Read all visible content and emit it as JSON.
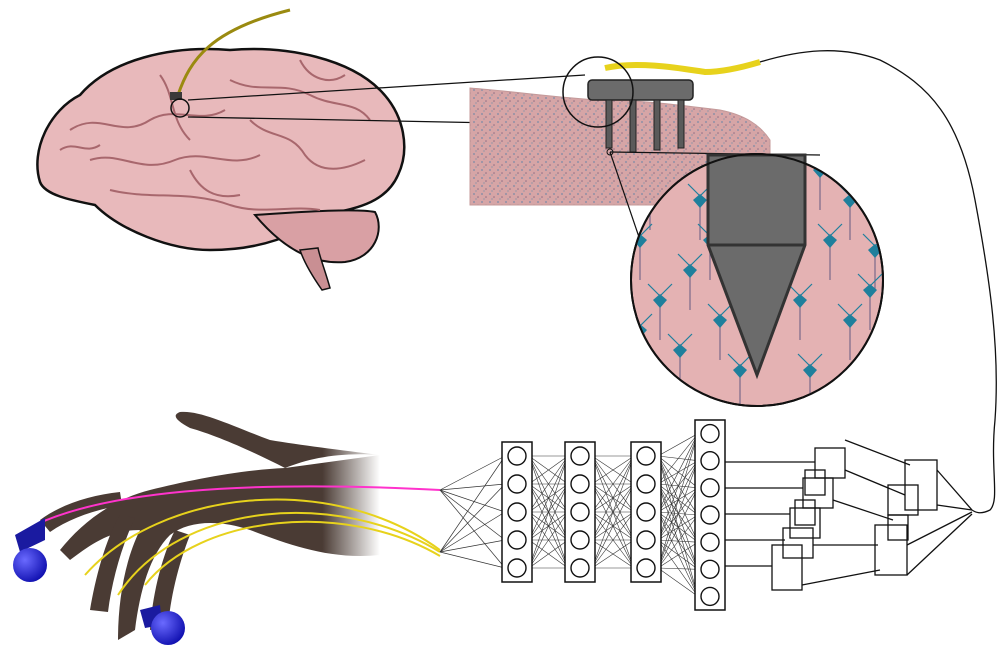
{
  "colors": {
    "brain": "#e8b9bb",
    "brain_shadow": "#c98f93",
    "tissue": "#d8a8a8",
    "neuron": "#1f7f9c",
    "electrode": "#6b6b6b",
    "wire_yellow": "#e7d21c",
    "hand": "#4a3b34",
    "fingertip": "#1111cc",
    "magenta": "#ff33cc",
    "line": "#111111"
  },
  "icons": {
    "brain": "brain-illustration",
    "electrode": "microelectrode-array-icon",
    "neuron": "pyramidal-neuron-icon",
    "hand": "virtual-hand-model",
    "network": "neural-network-diagram",
    "decoder": "decoder-blocks"
  }
}
